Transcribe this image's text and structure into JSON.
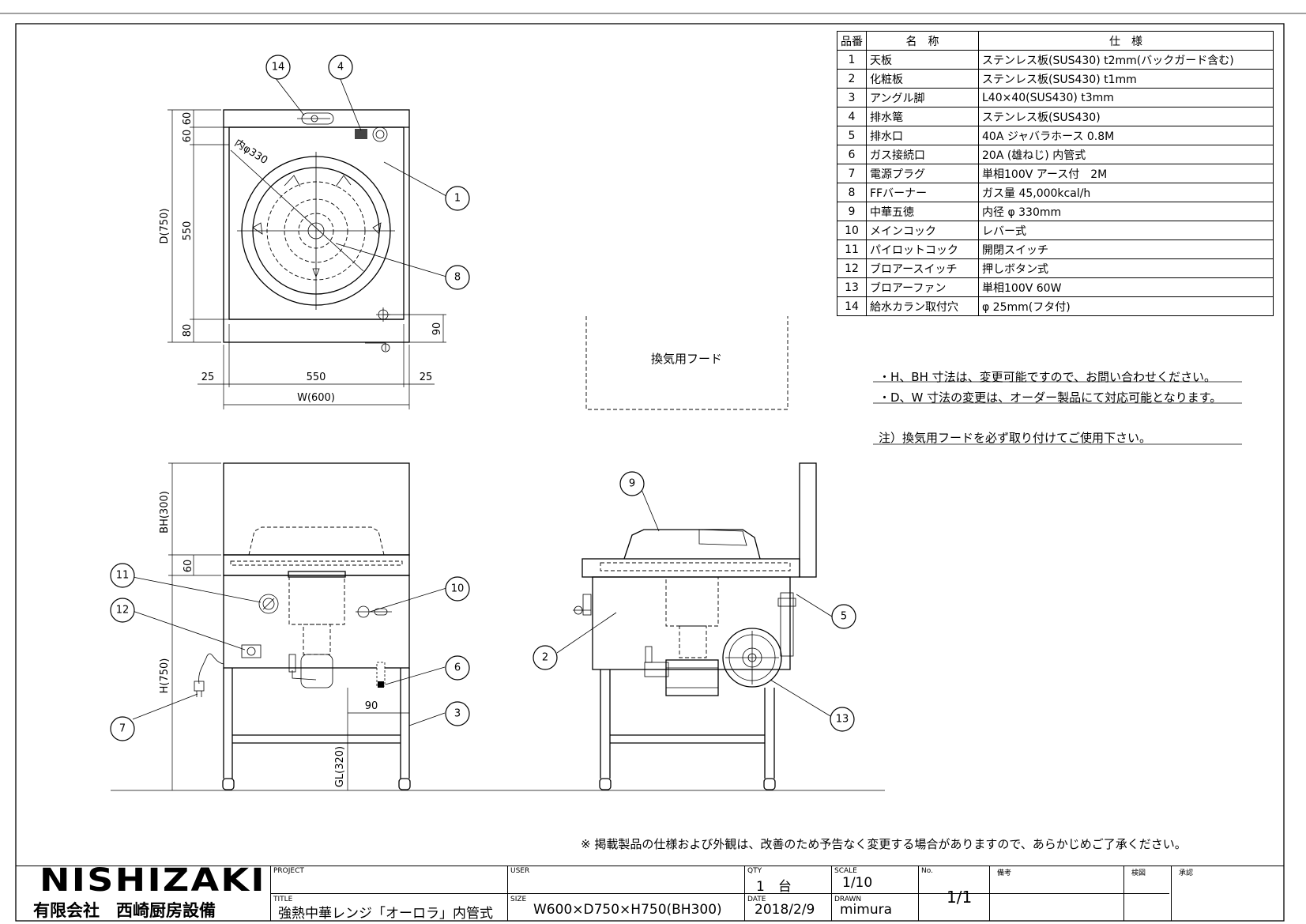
{
  "parts_table": {
    "headers": [
      "品番",
      "名　称",
      "仕　様"
    ],
    "rows": [
      {
        "no": "1",
        "name": "天板",
        "spec": "ステンレス板(SUS430) t2mm(バックガード含む)"
      },
      {
        "no": "2",
        "name": "化粧板",
        "spec": "ステンレス板(SUS430) t1mm"
      },
      {
        "no": "3",
        "name": "アングル脚",
        "spec": "L40×40(SUS430) t3mm"
      },
      {
        "no": "4",
        "name": "排水篭",
        "spec": "ステンレス板(SUS430)"
      },
      {
        "no": "5",
        "name": "排水口",
        "spec": "40A ジャバラホース 0.8M"
      },
      {
        "no": "6",
        "name": "ガス接続口",
        "spec": "20A (雄ねじ) 内管式"
      },
      {
        "no": "7",
        "name": "電源プラグ",
        "spec": "単相100V アース付　2M"
      },
      {
        "no": "8",
        "name": "FFバーナー",
        "spec": "ガス量 45,000kcal/h"
      },
      {
        "no": "9",
        "name": "中華五徳",
        "spec": "内径 φ 330mm"
      },
      {
        "no": "10",
        "name": "メインコック",
        "spec": "レバー式"
      },
      {
        "no": "11",
        "name": "パイロットコック",
        "spec": "開閉スイッチ"
      },
      {
        "no": "12",
        "name": "ブロアースイッチ",
        "spec": "押しボタン式"
      },
      {
        "no": "13",
        "name": "ブロアーファン",
        "spec": "単相100V 60W"
      },
      {
        "no": "14",
        "name": "給水カラン取付穴",
        "spec": "φ 25mm(フタ付)"
      }
    ]
  },
  "notes": {
    "note1": "・H、BH 寸法は、変更可能ですので、お問い合わせください。",
    "note2": "・D、W 寸法の変更は、オーダー製品にて対応可能となります。",
    "note3": "注）換気用フードを必ず取り付けてご使用下さい。",
    "disclaimer": "※ 掲載製品の仕様および外観は、改善のため予告なく変更する場合がありますので、あらかじめご了承ください。"
  },
  "hood_label": "換気用フード",
  "dimensions": {
    "top_60a": "60",
    "top_60b": "60",
    "d750": "D(750)",
    "d550": "550",
    "d80": "80",
    "d90_right": "90",
    "w25_left": "25",
    "w550": "550",
    "w25_right": "25",
    "w600": "W(600)",
    "bh300": "BH(300)",
    "h60": "60",
    "h750": "H(750)",
    "gl320": "GL(320)",
    "d90_front": "90",
    "inner_diameter": "内φ330"
  },
  "callouts": [
    "1",
    "2",
    "3",
    "4",
    "5",
    "6",
    "7",
    "8",
    "9",
    "10",
    "11",
    "12",
    "13",
    "14"
  ],
  "title_block": {
    "company_logo": "NISHIZAKI",
    "company_name": "有限会社　西崎厨房設備",
    "project_label": "PROJECT",
    "title_label": "TITLE",
    "title": "強熱中華レンジ「オーロラ」内管式",
    "user_label": "USER",
    "size_label": "SIZE",
    "size": "W600×D750×H750(BH300)",
    "qty_label": "QTY",
    "qty": "1　台",
    "date_label": "DATE",
    "date": "2018/2/9",
    "scale_label": "SCALE",
    "scale": "1/10",
    "drawn_label": "DRAWN",
    "drawn": "mimura",
    "no_label": "No.",
    "no": "1/1",
    "remarks_label": "備考",
    "check_label": "検図",
    "approve_label": "承認"
  }
}
